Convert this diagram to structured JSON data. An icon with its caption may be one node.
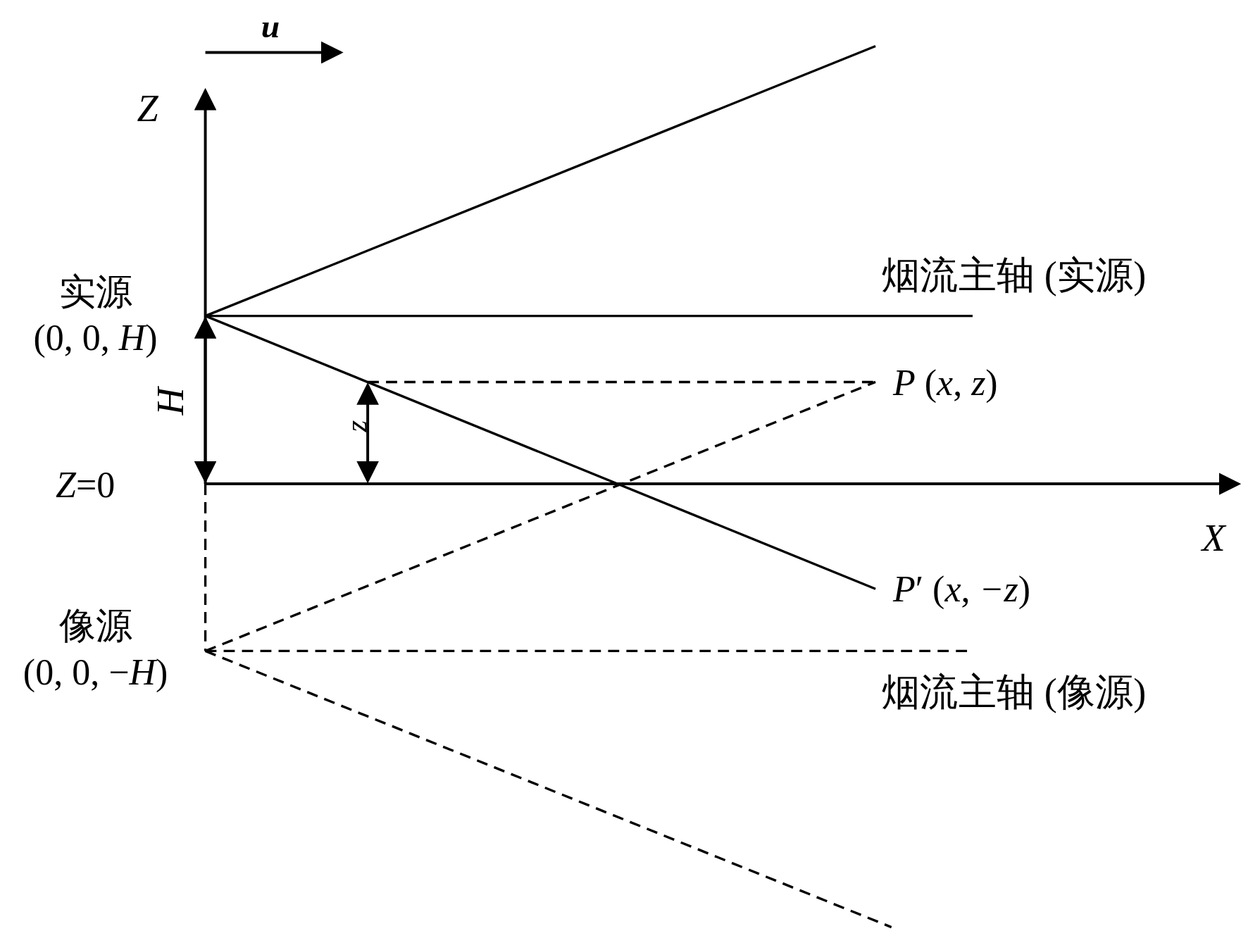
{
  "diagram": {
    "nodes": [
      {
        "text": [
          "实源",
          "(0, 0, *H*)"
        ]
      },
      {
        "text": [
          "*P* (*x*, *z*)"
        ]
      },
      {
        "text": [
          "*P*′ (*x*, *−z*)"
        ]
      },
      {
        "text": [
          "像源",
          "(0, 0, −*H*)"
        ]
      }
    ],
    "edges": [
      {
        "from": 0,
        "to": null,
        "arrow": "none"
      },
      {
        "from": 0,
        "to": null,
        "arrow": "none"
      },
      {
        "from": 0,
        "to": 2,
        "arrow": "none"
      },
      {
        "from": 3,
        "to": 1,
        "arrow": "none",
        "style": "dashed"
      },
      {
        "from": 3,
        "to": null,
        "arrow": "none",
        "style": "dashed"
      },
      {
        "from": 3,
        "to": null,
        "arrow": "none",
        "style": "dashed"
      },
      {
        "from": null,
        "to": 1,
        "arrow": "none",
        "style": "dashed"
      }
    ],
    "labels": [
      "u",
      "Z",
      "烟流主轴 (实源)",
      "H",
      "z",
      "*Z*=0",
      "X",
      "烟流主轴 (像源)"
    ]
  }
}
